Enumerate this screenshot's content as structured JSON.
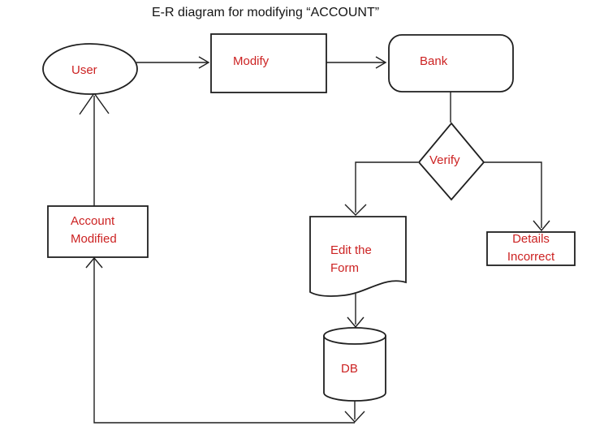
{
  "title": "E-R diagram for modifying “ACCOUNT”",
  "colors": {
    "label_text": "#cc2222",
    "title_text": "#141414",
    "shape_stroke": "#1f1f1f",
    "shape_fill": "#ffffff",
    "background": "#ffffff"
  },
  "nodes": {
    "user": {
      "shape": "ellipse",
      "label": "User"
    },
    "modify": {
      "shape": "rectangle",
      "label": "Modify"
    },
    "bank": {
      "shape": "rounded-rectangle",
      "label": "Bank"
    },
    "verify": {
      "shape": "diamond",
      "label": "Verify"
    },
    "edit_form": {
      "shape": "document",
      "label": "Edit the\nForm"
    },
    "account_modified": {
      "shape": "rectangle",
      "label": "Account\nModified"
    },
    "details_incorrect": {
      "shape": "rectangle",
      "label": "Details\nIncorrect"
    },
    "db": {
      "shape": "cylinder",
      "label": "DB"
    }
  },
  "edges": [
    {
      "from": "user",
      "to": "modify",
      "arrowhead": true
    },
    {
      "from": "modify",
      "to": "bank",
      "arrowhead": true
    },
    {
      "from": "bank",
      "to": "verify",
      "arrowhead": false
    },
    {
      "from": "verify",
      "to": "edit_form",
      "arrowhead": true
    },
    {
      "from": "verify",
      "to": "details_incorrect",
      "arrowhead": true
    },
    {
      "from": "edit_form",
      "to": "db",
      "arrowhead": true
    },
    {
      "from": "db",
      "to": "account_modified",
      "arrowhead": true
    },
    {
      "from": "account_modified",
      "to": "user",
      "arrowhead": true
    }
  ]
}
